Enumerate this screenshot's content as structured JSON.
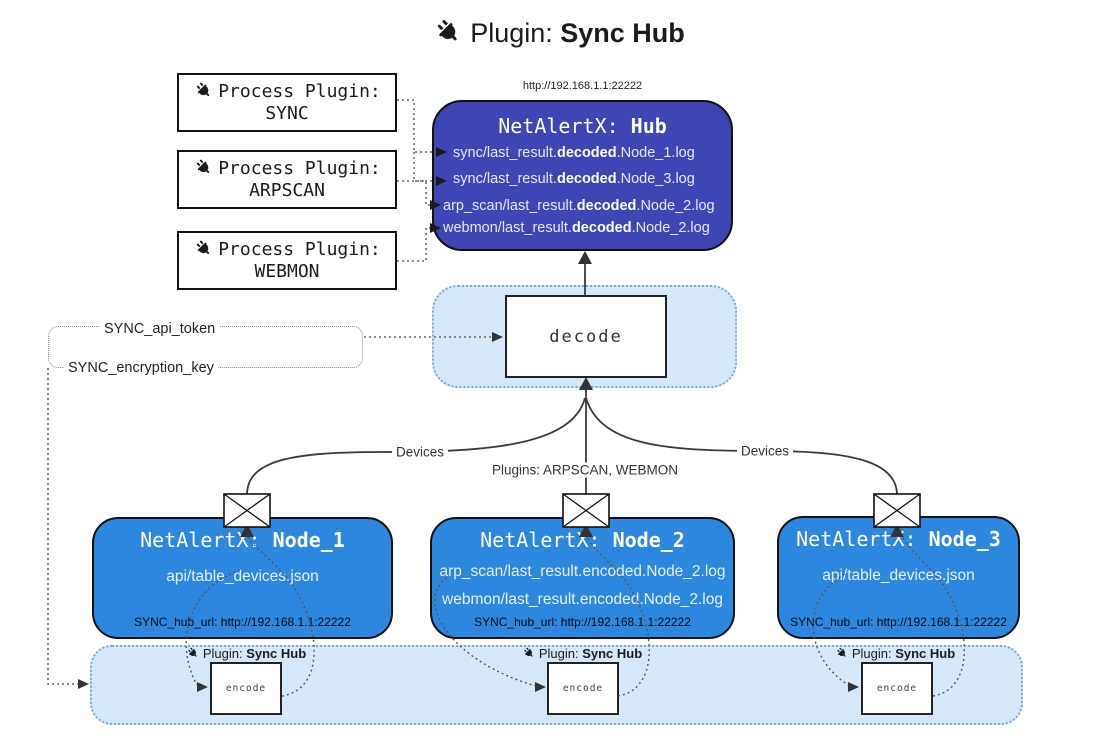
{
  "title": {
    "prefix": "Plugin: ",
    "name": "Sync Hub"
  },
  "hub": {
    "url": "http://192.168.1.1:22222",
    "title_prefix": "NetAlertX: ",
    "title_name": "Hub",
    "logs": [
      {
        "pre": "sync/last_result.",
        "bold": "decoded",
        "post": ".Node_1.log"
      },
      {
        "pre": "sync/last_result.",
        "bold": "decoded",
        "post": ".Node_3.log"
      },
      {
        "pre": "arp_scan/last_result.",
        "bold": "decoded",
        "post": ".Node_2.log"
      },
      {
        "pre": "webmon/last_result.",
        "bold": "decoded",
        "post": ".Node_2.log"
      }
    ]
  },
  "process_plugins": [
    {
      "label": "Process Plugin:",
      "name": "SYNC"
    },
    {
      "label": "Process Plugin:",
      "name": "ARPSCAN"
    },
    {
      "label": "Process Plugin:",
      "name": "WEBMON"
    }
  ],
  "decode": {
    "label": "decode"
  },
  "config": {
    "api_token": "SYNC_api_token",
    "encryption_key": "SYNC_encryption_key"
  },
  "edge_labels": {
    "left": "Devices",
    "middle": "Plugins: ARPSCAN, WEBMON",
    "right": "Devices"
  },
  "nodes": [
    {
      "title_prefix": "NetAlertX: ",
      "title_name": "Node_1",
      "files": [
        "api/table_devices.json"
      ],
      "hub_url": "SYNC_hub_url: http://192.168.1.1:22222"
    },
    {
      "title_prefix": "NetAlertX: ",
      "title_name": "Node_2",
      "files": [
        "arp_scan/last_result.encoded.Node_2.log",
        "webmon/last_result.encoded.Node_2.log"
      ],
      "hub_url": "SYNC_hub_url: http://192.168.1.1:22222"
    },
    {
      "title_prefix": "NetAlertX: ",
      "title_name": "Node_3",
      "files": [
        "api/table_devices.json"
      ],
      "hub_url": "SYNC_hub_url: http://192.168.1.1:22222"
    }
  ],
  "encoder": {
    "plugin_prefix": "Plugin: ",
    "plugin_name": "Sync Hub",
    "box_label": "encode"
  },
  "colors": {
    "hub_fill": "#3f45b4",
    "node_fill": "#2d87de",
    "panel_fill": "#d6e7f8",
    "panel_border": "#7fa8cf",
    "line": "#3a3a3a",
    "dotted_line": "#666666"
  }
}
